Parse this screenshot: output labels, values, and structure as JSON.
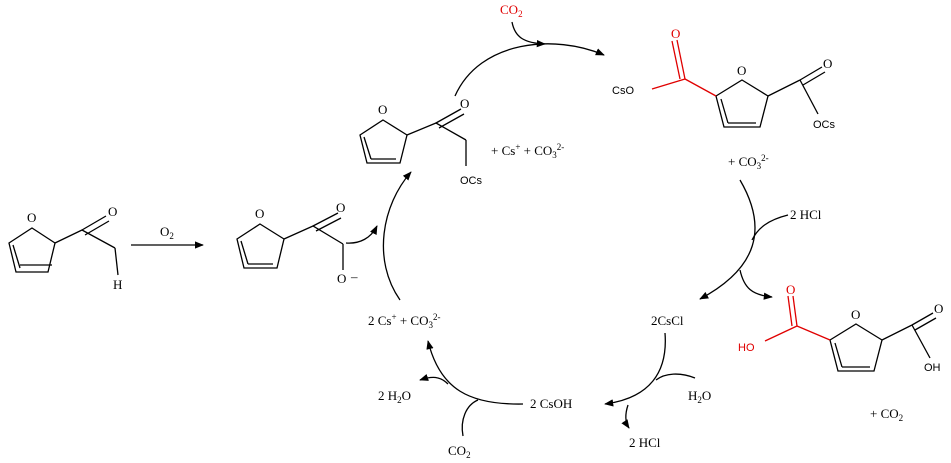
{
  "colors": {
    "ink": "#000000",
    "highlight": "#e00000"
  },
  "furfural": {
    "ring_o": "O",
    "carbonyl_o": "O",
    "h": "H"
  },
  "oxidation_arrow": {
    "o2_main": "O",
    "o2_sub": "2"
  },
  "furoate_anion": {
    "ring_o": "O",
    "carbonyl_o": "O",
    "anion_o": "O",
    "charge": "–"
  },
  "cesium_furoate": {
    "ring_o": "O",
    "carbonyl_o": "O",
    "ocs": "OCs"
  },
  "cs_co3_top": {
    "prefix": "+ Cs",
    "cs_sup": "+",
    "mid": " + CO",
    "sub": "3",
    "sup": "2-"
  },
  "co2_top": {
    "main": "CO",
    "sub": "2"
  },
  "cs2_fdca": {
    "cso": "CsO",
    "carbonyl_o_left": "O",
    "ring_o": "O",
    "carbonyl_o_right": "O",
    "ocs": "OCs"
  },
  "co3_right": {
    "prefix": "+ CO",
    "sub": "3",
    "sup": "2-"
  },
  "hcl_in": "2 HCl",
  "fdca": {
    "ho": "HO",
    "carbonyl_o_left": "O",
    "ring_o": "O",
    "carbonyl_o_right": "O",
    "oh": "OH"
  },
  "co2_release": {
    "main": "+ CO",
    "sub": "2"
  },
  "cscl": "2CsCl",
  "h2o_in": {
    "main": "H",
    "sub": "2",
    "tail": "O"
  },
  "hcl_out": "2 HCl",
  "csoh": "2 CsOH",
  "h2o_out": {
    "main": "2 H",
    "sub": "2",
    "tail": "O"
  },
  "co2_bottom": {
    "main": "CO",
    "sub": "2"
  },
  "cs_co3_left": {
    "prefix": "2 Cs",
    "cs_sup": "+",
    "mid": " + CO",
    "sub": "3",
    "sup": "2-"
  }
}
